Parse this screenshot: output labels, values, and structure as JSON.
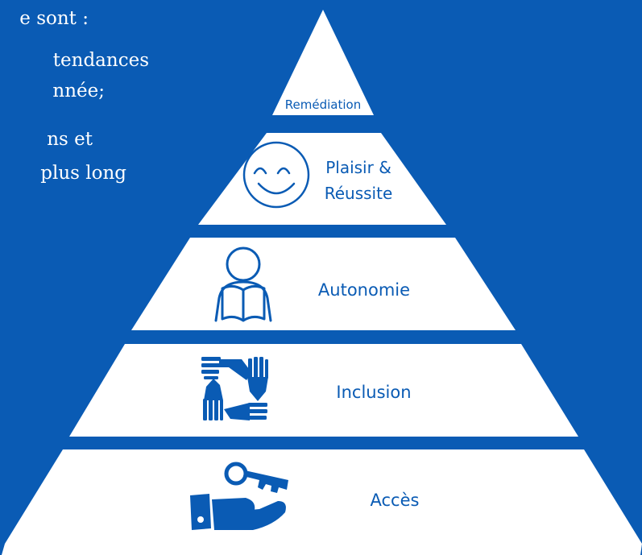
{
  "intro_lines": [
    "e sont :",
    "tendances",
    "nnée;",
    "ns et",
    "plus long"
  ],
  "pyramid": {
    "levels": [
      {
        "name": "remediation",
        "label": "Remédiation",
        "icon": "none"
      },
      {
        "name": "plaisir-reussite",
        "label_lines": [
          "Plaisir &",
          "Réussite"
        ],
        "icon": "smiley-icon"
      },
      {
        "name": "autonomie",
        "label": "Autonomie",
        "icon": "reader-icon"
      },
      {
        "name": "inclusion",
        "label": "Inclusion",
        "icon": "joined-hands-icon"
      },
      {
        "name": "acces",
        "label": "Accès",
        "icon": "key-in-hand-icon"
      }
    ]
  },
  "colors": {
    "background": "#0a5bb4",
    "tier_fill": "#ffffff",
    "accent": "#0a5bb4"
  }
}
